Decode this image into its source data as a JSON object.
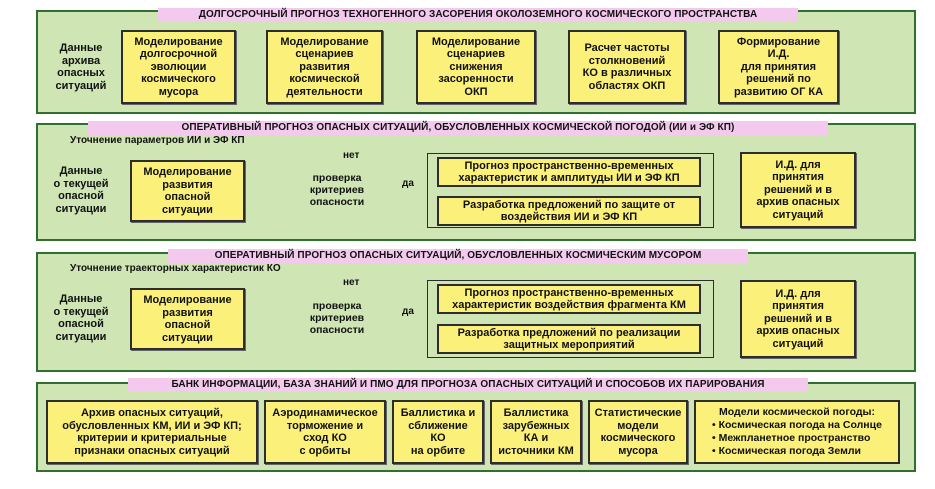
{
  "panel1": {
    "title": "ДОЛГОСРОЧНЫЙ ПРОГНОЗ ТЕХНОГЕННОГО ЗАСОРЕНИЯ ОКОЛОЗЕМНОГО КОСМИЧЕСКОГО ПРОСТРАНСТВА",
    "input": "Данные\nархива\nопасных\nситуаций",
    "boxes": [
      "Моделирование\nдолгосрочной\nэволюции\nкосмического\nмусора",
      "Моделирование\nсценариев\nразвития\nкосмической\nдеятельности",
      "Моделирование\nсценариев\nснижения\nзасоренности\nОКП",
      "Расчет частоты\nстолкновений\nКО в различных\nобластях ОКП",
      "Формирование\nИ.Д.\nдля принятия\nрешений по\nразвитию ОГ КА"
    ]
  },
  "panel2": {
    "title": "ОПЕРАТИВНЫЙ ПРОГНОЗ ОПАСНЫХ СИТУАЦИЙ, ОБУСЛОВЛЕННЫХ КОСМИЧЕСКОЙ ПОГОДОЙ (ИИ и ЭФ КП)",
    "feedback": "Уточнение параметров ИИ и ЭФ КП",
    "input": "Данные\nо текущей\nопасной\nситуации",
    "model": "Моделирование\nразвития\nопасной\nситуации",
    "decision": "проверка\nкритериев\nопасности",
    "no": "нет",
    "yes": "да",
    "out1": "Прогноз пространственно-временных\nхарактеристик и амплитуды ИИ и ЭФ КП",
    "out2": "Разработка предложений по защите от\nвоздействия ИИ и ЭФ КП",
    "result": "И.Д. для\nпринятия\nрешений и в\nархив опасных\nситуаций"
  },
  "panel3": {
    "title": "ОПЕРАТИВНЫЙ ПРОГНОЗ ОПАСНЫХ СИТУАЦИЙ, ОБУСЛОВЛЕННЫХ КОСМИЧЕСКИМ МУСОРОМ",
    "feedback": "Уточнение траекторных характеристик КО",
    "input": "Данные\nо текущей\nопасной\nситуации",
    "model": "Моделирование\nразвития\nопасной\nситуации",
    "decision": "проверка\nкритериев\nопасности",
    "no": "нет",
    "yes": "да",
    "out1": "Прогноз пространственно-временных\nхарактеристик воздействия фрагмента КМ",
    "out2": "Разработка предложений по реализации\nзащитных мероприятий",
    "result": "И.Д. для\nпринятия\nрешений и в\nархив опасных\nситуаций"
  },
  "panel4": {
    "title": "БАНК ИНФОРМАЦИИ, БАЗА ЗНАНИЙ И ПМО ДЛЯ ПРОГНОЗА ОПАСНЫХ СИТУАЦИЙ И СПОСОБОВ ИХ ПАРИРОВАНИЯ",
    "boxes": [
      "Архив опасных ситуаций,\nобусловленных КМ, ИИ и ЭФ КП;\nкритерии и критериальные\nпризнаки опасных ситуаций",
      "Аэродинамическое\nторможение и\nсход КО\nс орбиты",
      "Баллистика и\nсближение\nКО\nна орбите",
      "Баллистика\nзарубежных\nКА и\nисточники КМ",
      "Статистические\nмодели\nкосмического\nмусора"
    ],
    "weather_title": "Модели космической погоды:",
    "weather_items": [
      "• Космическая погода на Солнце",
      "• Межпланетное пространство",
      "• Космическая погода Земли"
    ]
  },
  "colors": {
    "panel_bg": "#cfe6b4",
    "panel_border": "#2f6f2f",
    "title_bg": "#f4c9ee",
    "box_bg": "#fbf07a"
  }
}
